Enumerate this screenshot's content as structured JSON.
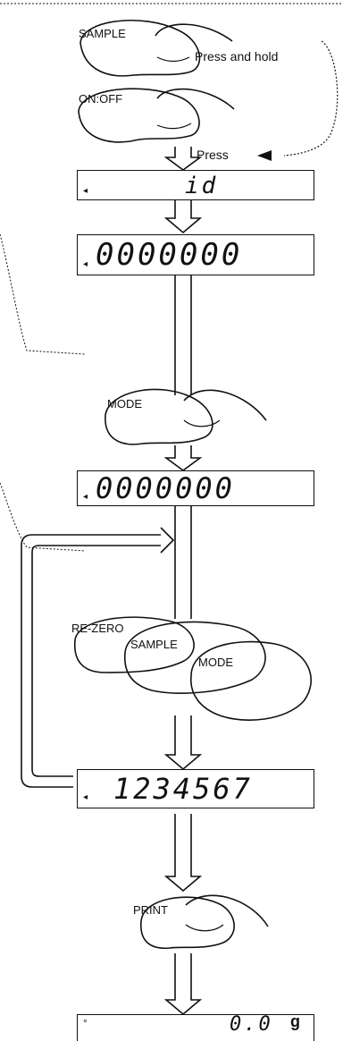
{
  "steps": {
    "sample_label": "SAMPLE",
    "press_and_hold": "Press and hold",
    "onoff_label": "ON:OFF",
    "press": "Press",
    "mode_label": "MODE",
    "rezero_label": "RE-ZERO",
    "sample2_label": "SAMPLE",
    "mode2_label": "MODE",
    "print_label": "PRINT"
  },
  "displays": {
    "d1": "id",
    "d2": "0000000",
    "d3": "0000000",
    "d4": "1234567",
    "d5_value": "0.0",
    "d5_unit": "g"
  }
}
